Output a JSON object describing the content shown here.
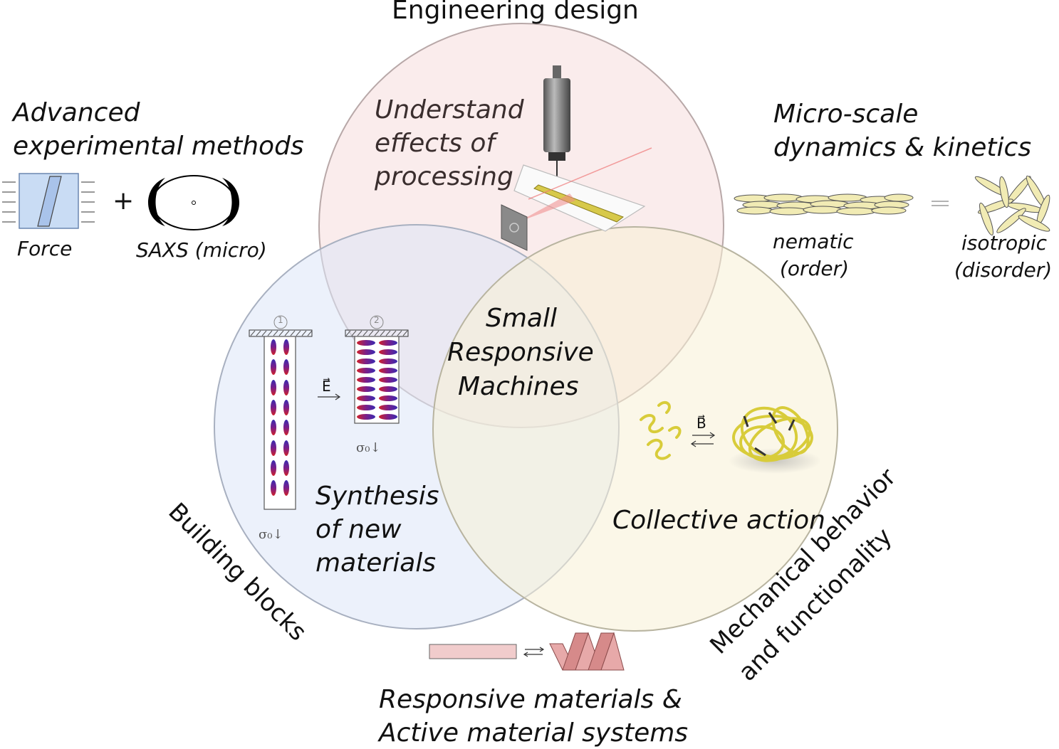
{
  "title": "Engineering design",
  "circles": {
    "top_text": [
      "Understand",
      "effects of",
      "processing"
    ],
    "left_text": [
      "Synthesis",
      "of new",
      "materials"
    ],
    "right_text": "Collective action",
    "center_text": [
      "Small",
      "Responsive",
      "Machines"
    ]
  },
  "outer": {
    "advanced": [
      "Advanced",
      "experimental methods"
    ],
    "force_label": "Force",
    "saxs_label": "SAXS (micro)",
    "plus": "+",
    "microscale": [
      "Micro-scale",
      "dynamics & kinetics"
    ],
    "nematic": [
      "nematic",
      "(order)"
    ],
    "isotropic": [
      "isotropic",
      "(disorder)"
    ],
    "building_blocks": "Building blocks",
    "mechanical": [
      "Mechanical behavior",
      "and functionality"
    ],
    "responsive": [
      "Responsive materials &",
      "Active material systems"
    ]
  },
  "symbols": {
    "E": "E⃗",
    "B": "B⃗",
    "sigma1": "σ₀↓",
    "sigma2": "σ₀↓",
    "num1": "1",
    "num2": "2"
  },
  "colors": {
    "top_circle": "#f6dcdc",
    "left_circle": "#dce6f8",
    "right_circle": "#f8f1d6",
    "ellipse_red": "#d0202a",
    "ellipse_blue": "#3a2ab0",
    "fiber_yellow": "#e6d94a"
  }
}
